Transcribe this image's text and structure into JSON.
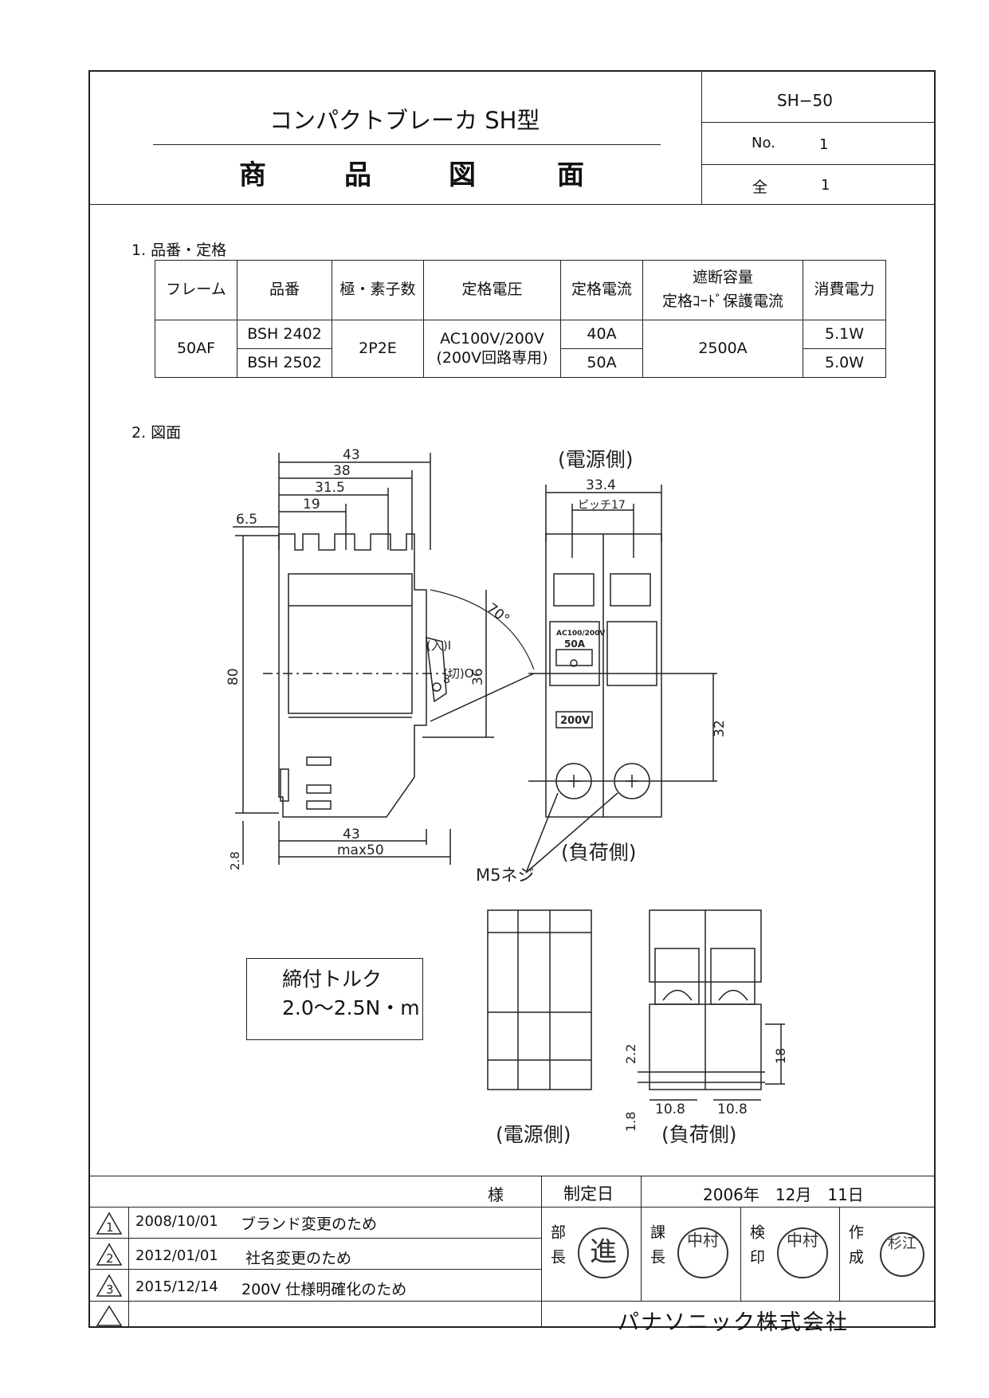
{
  "header": {
    "title": "コンパクトブレーカ SH型",
    "subtitle_chars": [
      "商",
      "品",
      "図",
      "面"
    ],
    "model": "SH−50",
    "no_label": "No.",
    "no_value": "1",
    "total_label": "全",
    "total_value": "1"
  },
  "section1": {
    "heading": "1. 品番・定格",
    "columns": [
      "フレーム",
      "品番",
      "極・素子数",
      "定格電圧",
      "定格電流",
      "遮断容量",
      "定格ｺｰﾄﾞ保護電流",
      "消費電力"
    ],
    "frame": "50AF",
    "models": [
      "BSH 2402",
      "BSH 2502"
    ],
    "poles": "2P2E",
    "voltage": "AC100V/200V",
    "voltage_note": "(200V回路専用)",
    "currents": [
      "40A",
      "50A"
    ],
    "capacity": "2500A",
    "power": [
      "5.1W",
      "5.0W"
    ]
  },
  "section2": {
    "heading": "2. 図面",
    "dims_side": {
      "d43": "43",
      "d38": "38",
      "d31_5": "31.5",
      "d19": "19",
      "d6_5": "6.5",
      "d80": "80",
      "d36": "36",
      "d70": "70°",
      "d8": "8",
      "on": "(入)I",
      "off": "(切)O",
      "d43b": "43",
      "max50": "max50",
      "d2_8": "2.8"
    },
    "dims_front": {
      "source": "(電源側)",
      "d33_4": "33.4",
      "pitch": "ピッチ17",
      "label_ac": "AC100/200V",
      "label_a": "50A",
      "label_v": "200V",
      "d32": "32",
      "load": "(負荷側)",
      "screw": "M5ネジ"
    },
    "torque": {
      "line1": "締付トルク",
      "line2": "2.0〜2.5N・m"
    },
    "bottom_views": {
      "source": "(電源側)",
      "load": "(負荷側)",
      "d2_2": "2.2",
      "d18": "18",
      "d1_8": "1.8",
      "d10_8a": "10.8",
      "d10_8b": "10.8"
    }
  },
  "footer": {
    "sama": "様",
    "established_label": "制定日",
    "established_date": "2006年　12月　11日",
    "revisions": [
      {
        "num": "1",
        "date": "2008/10/01",
        "reason": "ブランド変更のため"
      },
      {
        "num": "2",
        "date": "2012/01/01",
        "reason": "社名変更のため"
      },
      {
        "num": "3",
        "date": "2015/12/14",
        "reason": "200V 仕様明確化のため"
      },
      {
        "num": "",
        "date": "",
        "reason": ""
      }
    ],
    "roles": [
      "部長",
      "課長",
      "検印",
      "作成"
    ],
    "stamps": [
      "進",
      "中村",
      "中村",
      "杉江"
    ],
    "company": "パナソニック株式会社"
  }
}
